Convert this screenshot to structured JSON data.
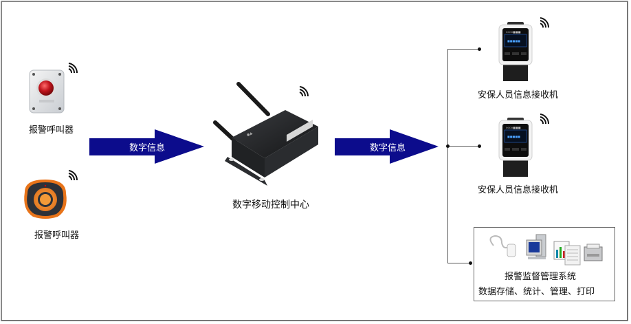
{
  "diagram": {
    "left_devices": [
      {
        "label": "报警呼叫器",
        "icon": "alarm-button-icon"
      },
      {
        "label": "报警呼叫器",
        "icon": "wireless-caller-icon"
      }
    ],
    "arrow_left": {
      "label": "数字信息"
    },
    "center": {
      "label": "数字移动控制中心",
      "icon": "wireless-router-icon"
    },
    "arrow_right": {
      "label": "数字信息"
    },
    "receivers": [
      {
        "label": "安保人员信息接收机",
        "icon": "wrist-pager-icon"
      },
      {
        "label": "安保人员信息接收机",
        "icon": "wrist-pager-icon"
      }
    ],
    "system": {
      "title": "报警监督管理系统",
      "subtitle": "数据存储、统计、管理、打印"
    },
    "colors": {
      "arrow": "#0c0c8c",
      "line": "#555555",
      "frame": "#8a8a8a",
      "caller_orange": "#f08a1e",
      "button_red": "#c0141c"
    }
  }
}
